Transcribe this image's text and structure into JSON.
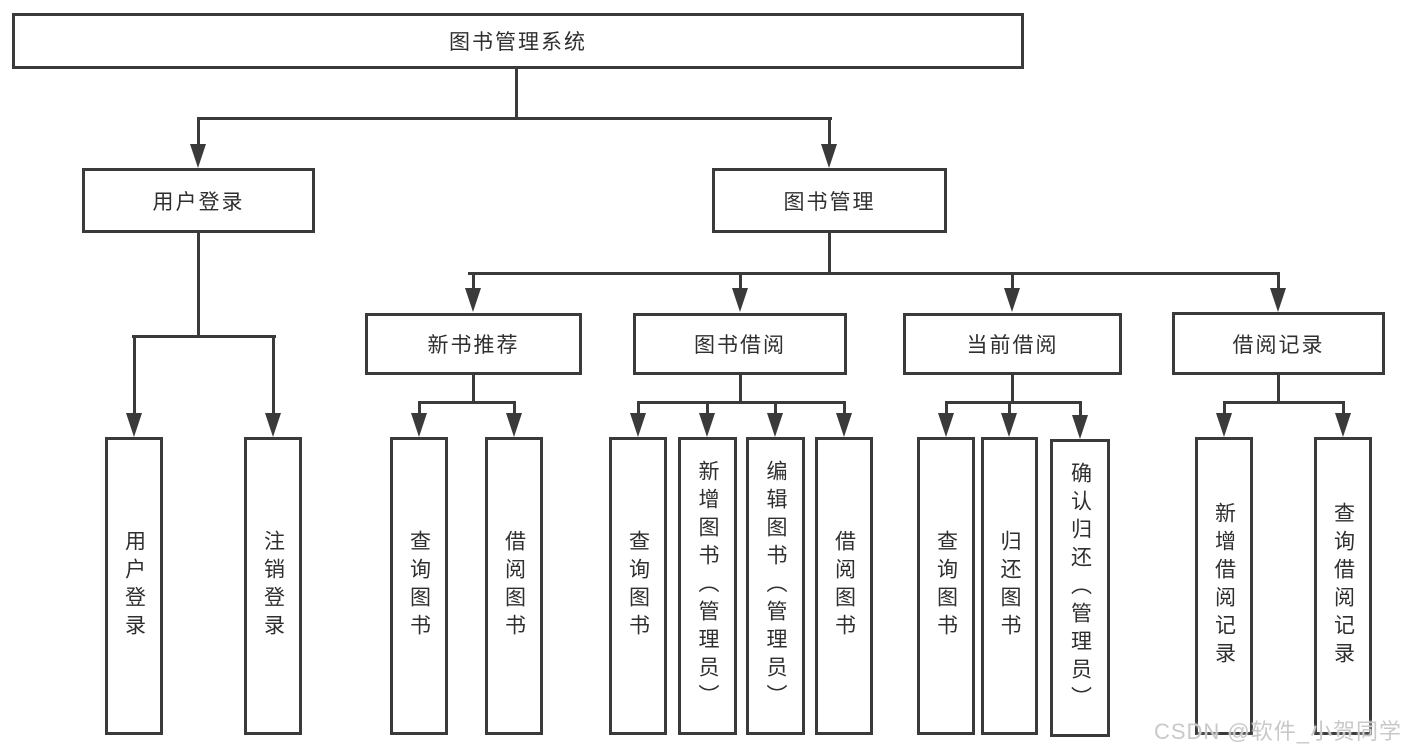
{
  "tree": {
    "root": "图书管理系统",
    "level2": [
      "用户登录",
      "图书管理"
    ],
    "level3": [
      "新书推荐",
      "图书借阅",
      "当前借阅",
      "借阅记录"
    ],
    "leaves_user_login": [
      "用户登录",
      "注销登录"
    ],
    "leaves_new_book_recommend": [
      "查询图书",
      "借阅图书"
    ],
    "leaves_book_borrowing": [
      "查询图书",
      "新增图书（管理员）",
      "编辑图书（管理员）",
      "借阅图书"
    ],
    "leaves_current_borrowing": [
      "查询图书",
      "归还图书",
      "确认归还（管理员）"
    ],
    "leaves_borrowing_records": [
      "新增借阅记录",
      "查询借阅记录"
    ]
  },
  "watermark": "CSDN @软件_小贺同学",
  "colors": {
    "line": "#3a3a3a",
    "box_border": "#3a3a3a",
    "text": "#2f2f2f",
    "box_fill": "#ffffff",
    "watermark": "#c9c9c9",
    "background": "#ffffff"
  }
}
